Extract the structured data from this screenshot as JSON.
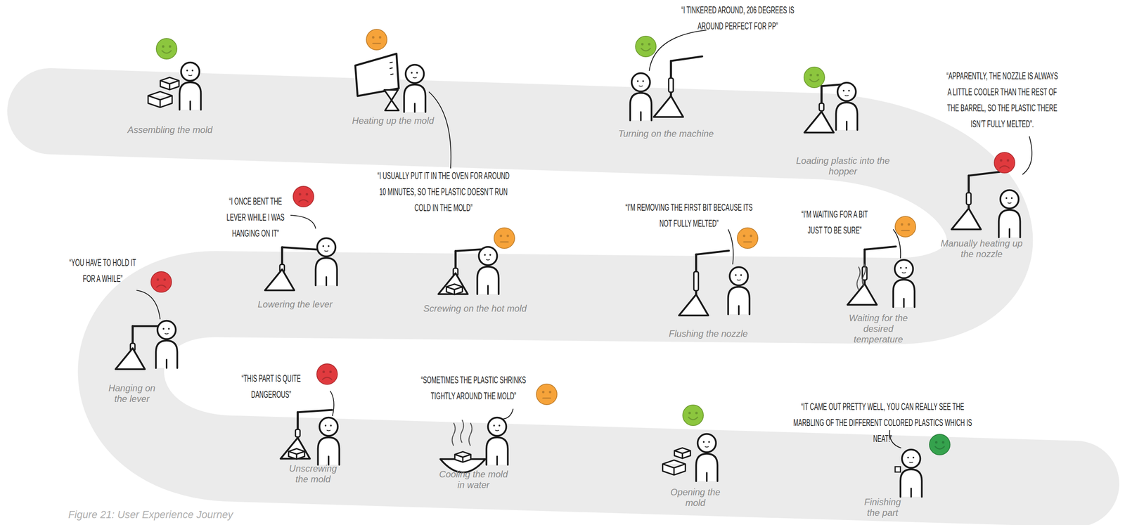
{
  "diagram": {
    "caption": "Figure 21: User Experience Journey",
    "labels": [
      "Assembling the mold",
      "Heating up the mold",
      "“I USUALLY PUT IT IN THE OVEN FOR AROUND 10 MINUTES, SO THE PLASTIC DOESN’T RUN COLD IN THE MOLD”",
      "“I TINKERED AROUND, 206 DEGREES IS AROUND PERFECT FOR PP”",
      "Turning on the machine",
      "Loading plastic into the hopper",
      "“APPARENTLY, THE NOZZLE IS ALWAYS A LITTLE COOLER THAN THE REST OF THE BARREL, SO THE PLASTIC THERE ISN’T FULLY MELTED”.",
      "Manually heating up the nozzle",
      "“I’M WAITING FOR A BIT JUST TO BE SURE”",
      "Waiting for the desired temperature",
      "“I’M REMOVING THE FIRST BIT BECAUSE ITS NOT FULLY MELTED”",
      "Flushing the nozzle",
      "Screwing on the hot mold",
      "“I ONCE BENT THE LEVER WHILE I WAS HANGING ON IT”",
      "Lowering the lever",
      "“YOU HAVE TO HOLD IT FOR A WHILE”",
      "Hanging on the lever",
      "“THIS PART IS QUITE DANGEROUS”",
      "Unscrewing the mold",
      "“SOMETIMES THE PLASTIC SHRINKS TIGHTLY AROUND THE MOLD”",
      "Cooling the mold in water",
      "Opening the mold",
      "“IT CAME OUT PRETTY WELL, YOU CAN REALLY SEE THE MARBLING OF THE DIFFERENT COLORED PLASTICS WHICH IS NEAT!”",
      "Finishing the part"
    ]
  }
}
